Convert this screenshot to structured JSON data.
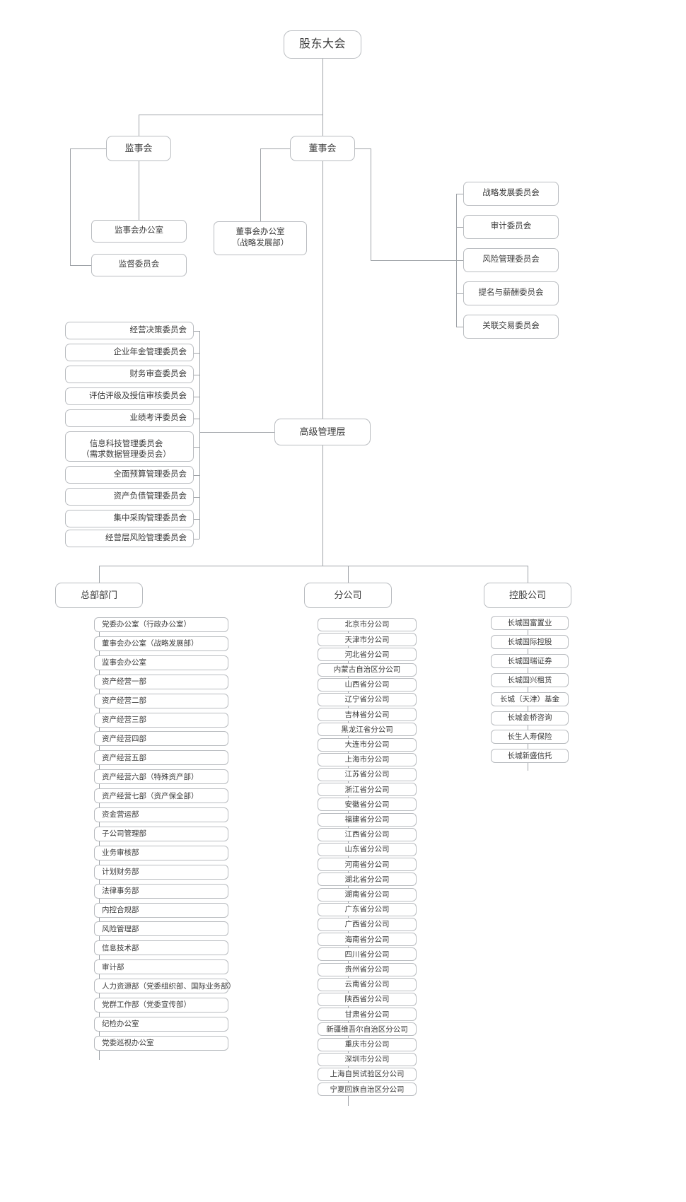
{
  "meta": {
    "title": "公司组织架构图",
    "line_color": "#9fa3a8",
    "border_color": "#b9bcc0",
    "text_color": "#3b3b3b",
    "background": "#ffffff"
  },
  "top": {
    "shareholders_meeting": "股东大会",
    "supervisory_board": "监事会",
    "board_of_directors": "董事会",
    "senior_management": "高级管理层"
  },
  "supervisory_units": [
    "监事会办公室",
    "监督委员会"
  ],
  "board_office": {
    "line1": "董事会办公室",
    "line2": "（战略发展部）"
  },
  "board_committees": [
    "战略发展委员会",
    "审计委员会",
    "风险管理委员会",
    "提名与薪酬委员会",
    "关联交易委员会"
  ],
  "management_committees": [
    {
      "line1": "经营决策委员会",
      "line2": ""
    },
    {
      "line1": "企业年金管理委员会",
      "line2": ""
    },
    {
      "line1": "财务审查委员会",
      "line2": ""
    },
    {
      "line1": "评估评级及授信审核委员会",
      "line2": ""
    },
    {
      "line1": "业绩考评委员会",
      "line2": ""
    },
    {
      "line1": "信息科技管理委员会",
      "line2": "（需求数据管理委员会）"
    },
    {
      "line1": "全面预算管理委员会",
      "line2": ""
    },
    {
      "line1": "资产负债管理委员会",
      "line2": ""
    },
    {
      "line1": "集中采购管理委员会",
      "line2": ""
    },
    {
      "line1": "经营层风险管理委员会",
      "line2": ""
    }
  ],
  "columns": {
    "headquarters": {
      "title": "总部部门",
      "items": [
        "党委办公室（行政办公室）",
        "董事会办公室（战略发展部）",
        "监事会办公室",
        "资产经营一部",
        "资产经营二部",
        "资产经营三部",
        "资产经营四部",
        "资产经营五部",
        "资产经营六部（特殊资产部）",
        "资产经营七部（资产保全部）",
        "资金营运部",
        "子公司管理部",
        "业务审核部",
        "计划财务部",
        "法律事务部",
        "内控合规部",
        "风险管理部",
        "信息技术部",
        "审计部",
        "人力资源部（党委组织部、国际业务部）",
        "党群工作部（党委宣传部）",
        "纪检办公室",
        "党委巡视办公室"
      ]
    },
    "branches": {
      "title": "分公司",
      "items": [
        "北京市分公司",
        "天津市分公司",
        "河北省分公司",
        "内蒙古自治区分公司",
        "山西省分公司",
        "辽宁省分公司",
        "吉林省分公司",
        "黑龙江省分公司",
        "大连市分公司",
        "上海市分公司",
        "江苏省分公司",
        "浙江省分公司",
        "安徽省分公司",
        "福建省分公司",
        "江西省分公司",
        "山东省分公司",
        "河南省分公司",
        "湖北省分公司",
        "湖南省分公司",
        "广东省分公司",
        "广西省分公司",
        "海南省分公司",
        "四川省分公司",
        "贵州省分公司",
        "云南省分公司",
        "陕西省分公司",
        "甘肃省分公司",
        "新疆维吾尔自治区分公司",
        "重庆市分公司",
        "深圳市分公司",
        "上海自贸试验区分公司",
        "宁夏回族自治区分公司"
      ]
    },
    "subsidiaries": {
      "title": "控股公司",
      "items": [
        "长城国富置业",
        "长城国际控股",
        "长城国瑞证券",
        "长城国兴租赁",
        "长城（天津）基金",
        "长城金桥咨询",
        "长生人寿保险",
        "长城新盛信托"
      ]
    }
  }
}
